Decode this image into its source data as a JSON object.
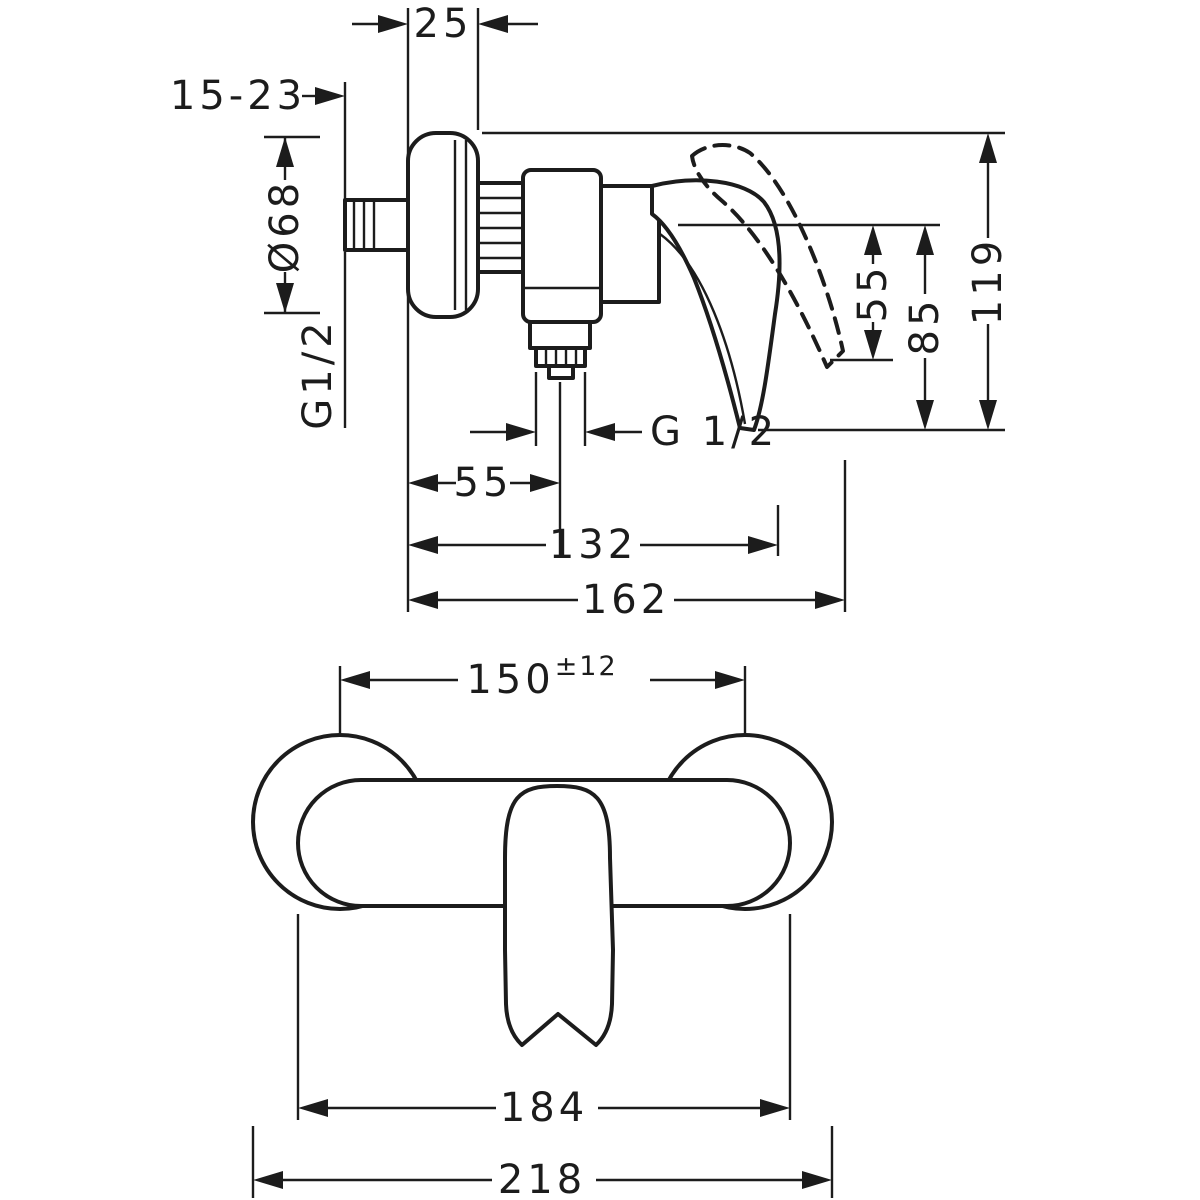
{
  "page": {
    "background": "#ffffff",
    "line_color": "#1c1c1c"
  },
  "side_view": {
    "dim_plate_depth": "25",
    "dim_wall_depth_range": "15-23",
    "dim_plate_diameter": "Ø68",
    "inlet_thread_label": "G1/2",
    "outlet_thread_label": "G 1/2",
    "dim_outlet_offset": "55",
    "dim_open_handle_height": "55",
    "dim_handle_height": "85",
    "dim_overall_height": "119",
    "dim_body_depth": "132",
    "dim_overall_depth": "162"
  },
  "front_view": {
    "dim_hole_centers": "150",
    "dim_hole_centers_tolerance": "±12",
    "dim_body_width": "184",
    "dim_overall_width": "218"
  }
}
